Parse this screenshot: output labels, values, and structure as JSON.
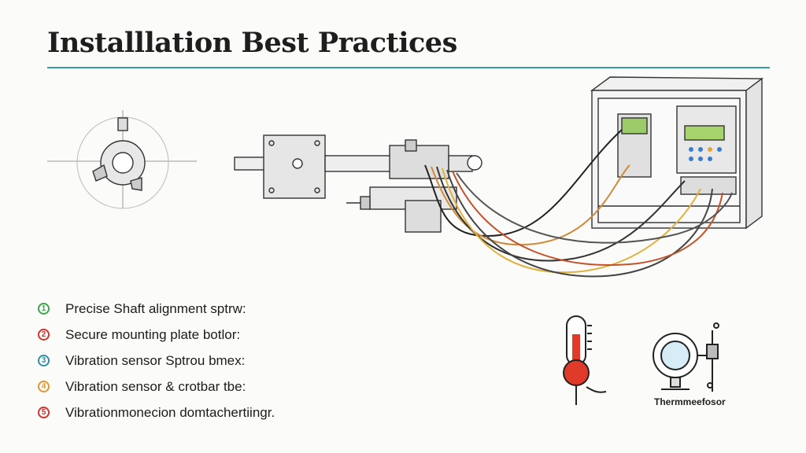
{
  "title": "Installlation Best Practices",
  "colors": {
    "accent_rule": "#3a9aa6"
  },
  "steps": [
    {
      "number": "1",
      "text": "Precise Shaft alignment sptrw:",
      "color": "#3aa84a"
    },
    {
      "number": "2",
      "text": "Secure mounting plate botlor:",
      "color": "#d6322e"
    },
    {
      "number": "3",
      "text": "Vibration sensor Sptrou bmex:",
      "color": "#2f8fa8"
    },
    {
      "number": "4",
      "text": "Vibration sensor & crotbar tbe:",
      "color": "#e0972e"
    },
    {
      "number": "5",
      "text": "Vibrationmonecion domtachertiingr.",
      "color": "#d6322e"
    }
  ],
  "icons": {
    "thermometer": "thermometer-icon",
    "sensor": "sensor-icon"
  },
  "sensor_caption": "Thermmeefosor"
}
